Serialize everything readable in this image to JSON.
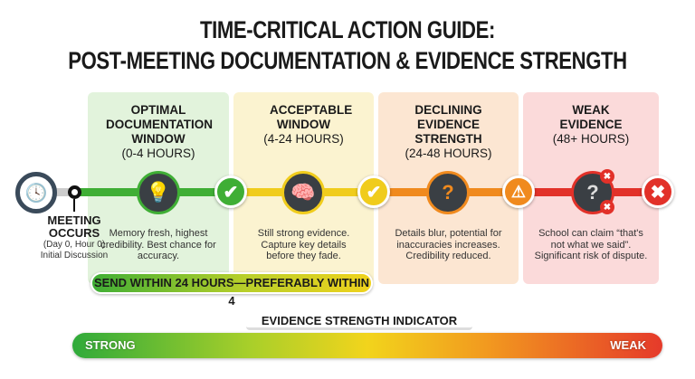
{
  "title": {
    "line1": "TIME-CRITICAL ACTION GUIDE:",
    "line2": "POST-MEETING DOCUMENTATION & EVIDENCE STRENGTH"
  },
  "start": {
    "title1": "MEETING",
    "title2": "OCCURS",
    "sub1": "(Day 0, Hour 0)",
    "sub2": "Initial Discussion",
    "icon": "clock-icon"
  },
  "panels": [
    {
      "title": "OPTIMAL DOCUMENTATION WINDOW",
      "range": "(0-4 HOURS)",
      "desc": "Memory fresh, highest credibility. Best chance for accuracy.",
      "color": "#3fae35",
      "bg": "#e2f3dc",
      "icon": "lightbulb-brain-icon",
      "status": "check-icon"
    },
    {
      "title": "ACCEPTABLE WINDOW",
      "range": "(4-24 HOURS)",
      "desc": "Still strong evidence. Capture key details before they fade.",
      "color": "#f0cc1c",
      "bg": "#fbf3d0",
      "icon": "brain-icon",
      "status": "check-icon"
    },
    {
      "title": "DECLINING EVIDENCE STRENGTH",
      "range": "(24-48 HOURS)",
      "desc": "Details blur, potential for inaccuracies increases. Credibility reduced.",
      "color": "#f08a1e",
      "bg": "#fce6d2",
      "icon": "brain-question-icon",
      "status": "warning-icon"
    },
    {
      "title": "WEAK EVIDENCE",
      "range": "(48+ HOURS)",
      "desc": "School can claim “that's not what we said”. Significant risk of dispute.",
      "color": "#e23129",
      "bg": "#fbdada",
      "icon": "brain-question-x-icon",
      "status": "x-icon"
    }
  ],
  "banner": "SEND WITHIN 24 HOURS—PREFERABLY WITHIN 4",
  "indicator": {
    "label": "EVIDENCE STRENGTH INDICATOR",
    "left": "STRONG",
    "right": "WEAK"
  }
}
